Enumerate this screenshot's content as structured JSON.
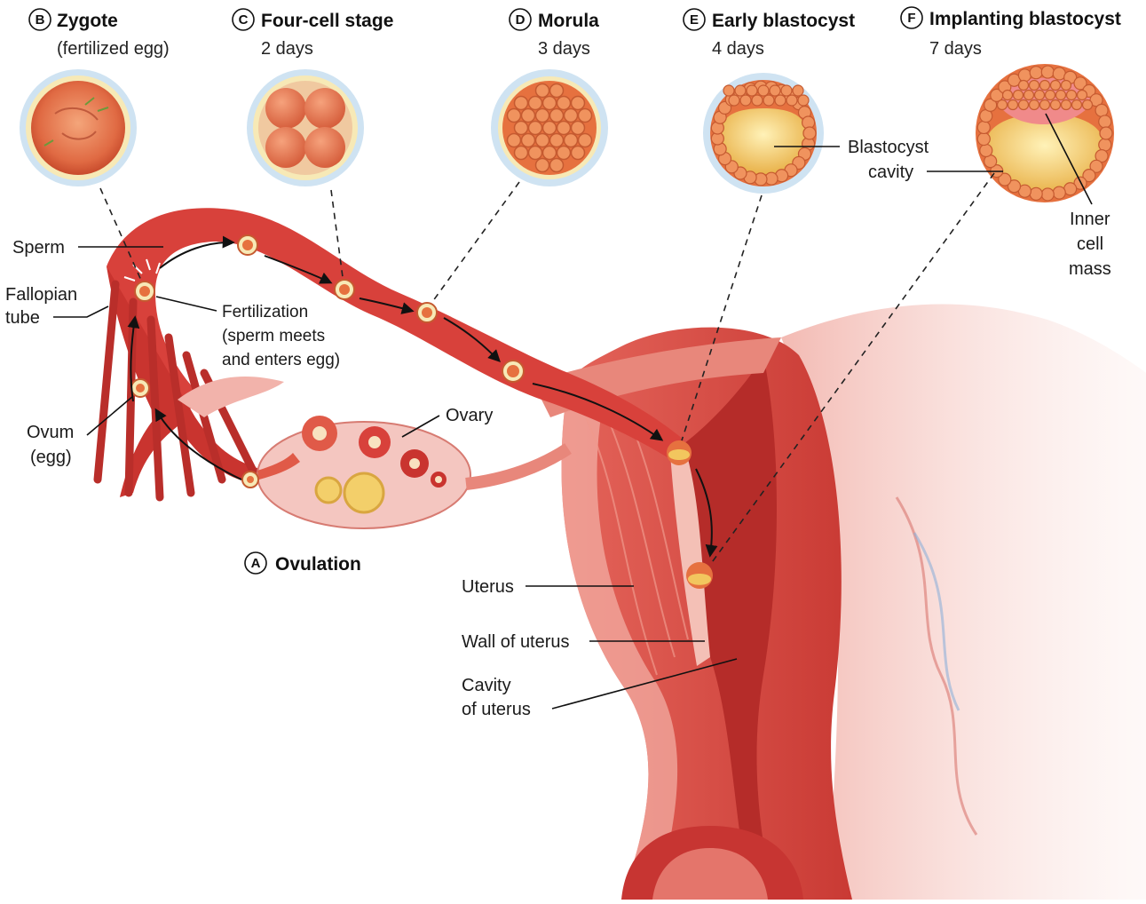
{
  "stages": {
    "A": {
      "letter": "A",
      "title": "Ovulation",
      "sub": ""
    },
    "B": {
      "letter": "B",
      "title": "Zygote",
      "sub": "(fertilized egg)"
    },
    "C": {
      "letter": "C",
      "title": "Four-cell stage",
      "sub": "2 days"
    },
    "D": {
      "letter": "D",
      "title": "Morula",
      "sub": "3 days"
    },
    "E": {
      "letter": "E",
      "title": "Early blastocyst",
      "sub": "4 days"
    },
    "F": {
      "letter": "F",
      "title": "Implanting blastocyst",
      "sub": "7 days"
    }
  },
  "labels": {
    "sperm": "Sperm",
    "fallopian_1": "Fallopian",
    "fallopian_2": "tube",
    "fert_1": "Fertilization",
    "fert_2": "(sperm meets",
    "fert_3": "and enters egg)",
    "ovum_1": "Ovum",
    "ovum_2": "(egg)",
    "ovary": "Ovary",
    "blast_cavity_1": "Blastocyst",
    "blast_cavity_2": "cavity",
    "inner_1": "Inner",
    "inner_2": "cell",
    "inner_3": "mass",
    "uterus": "Uterus",
    "wall": "Wall of uterus",
    "cavity_1": "Cavity",
    "cavity_2": "of uterus"
  },
  "colors": {
    "tissue": "#d9463f",
    "tissue_dark": "#b7302c",
    "tissue_light": "#f2b3ab",
    "pink_bg": "#f7d4cf",
    "cell": "#e8714f",
    "cavity_yellow": "#f2c65e",
    "halo": "#cfe3f2"
  }
}
